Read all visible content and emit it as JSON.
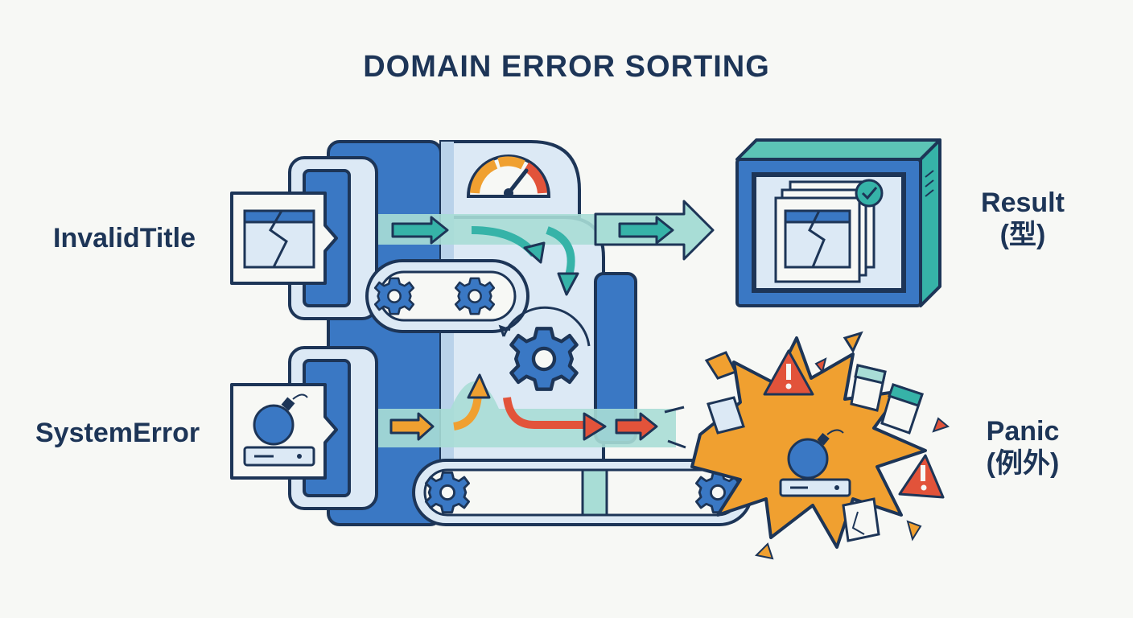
{
  "title": "DOMAIN ERROR SORTING",
  "inputs": [
    {
      "label": "InvalidTitle",
      "icon": "broken-document-icon"
    },
    {
      "label": "SystemError",
      "icon": "bomb-icon"
    }
  ],
  "outputs": [
    {
      "label": "Result",
      "sublabel": "(型)",
      "icon": "checked-document-icon"
    },
    {
      "label": "Panic",
      "sublabel": "(例外)",
      "icon": "explosion-icon"
    }
  ],
  "machine": {
    "icon": "gauge-icon"
  },
  "colors": {
    "navy": "#1d3557",
    "blue": "#3a78c4",
    "light_blue": "#dce9f5",
    "teal": "#36b3a8",
    "mint": "#a8ddd6",
    "orange": "#f0a030",
    "red": "#e2533a"
  }
}
